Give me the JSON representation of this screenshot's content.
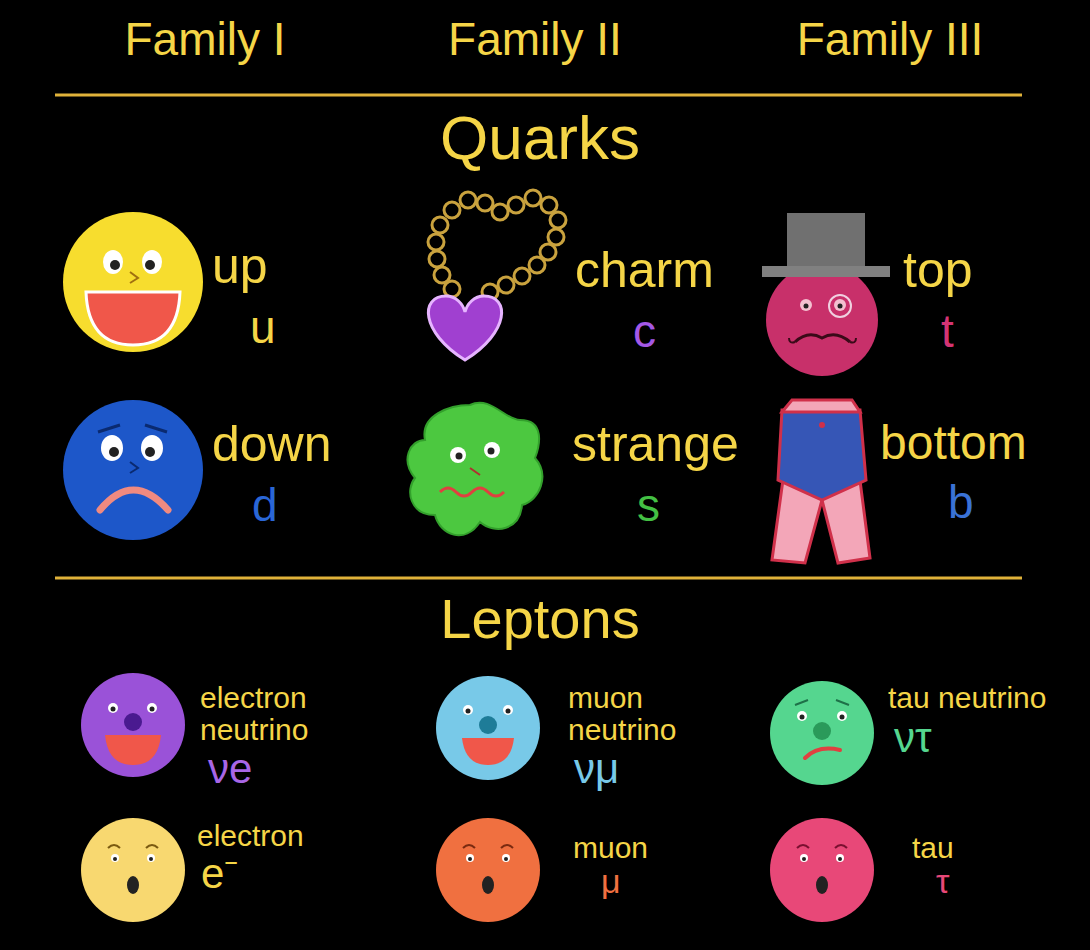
{
  "diagram": {
    "nodes": [
      {
        "text": [
          "up",
          "u"
        ]
      },
      {
        "text": [
          "charm",
          "c"
        ]
      },
      {
        "text": [
          "top",
          "t"
        ]
      },
      {
        "text": [
          "down",
          "d"
        ]
      },
      {
        "text": [
          "strange",
          "s"
        ]
      },
      {
        "text": [
          "bottom",
          "b"
        ]
      },
      {
        "text": [
          "electron neutrino",
          "νe"
        ]
      },
      {
        "text": [
          "muon neutrino",
          "νμ"
        ]
      },
      {
        "text": [
          "tau neutrino",
          "ντ"
        ]
      },
      {
        "text": [
          "electron",
          "e⁻"
        ]
      },
      {
        "text": [
          "muon",
          "μ"
        ]
      },
      {
        "text": [
          "tau",
          "τ"
        ]
      }
    ],
    "labels": [
      "Family I",
      "Family II",
      "Family III",
      "Quarks",
      "Leptons"
    ]
  }
}
